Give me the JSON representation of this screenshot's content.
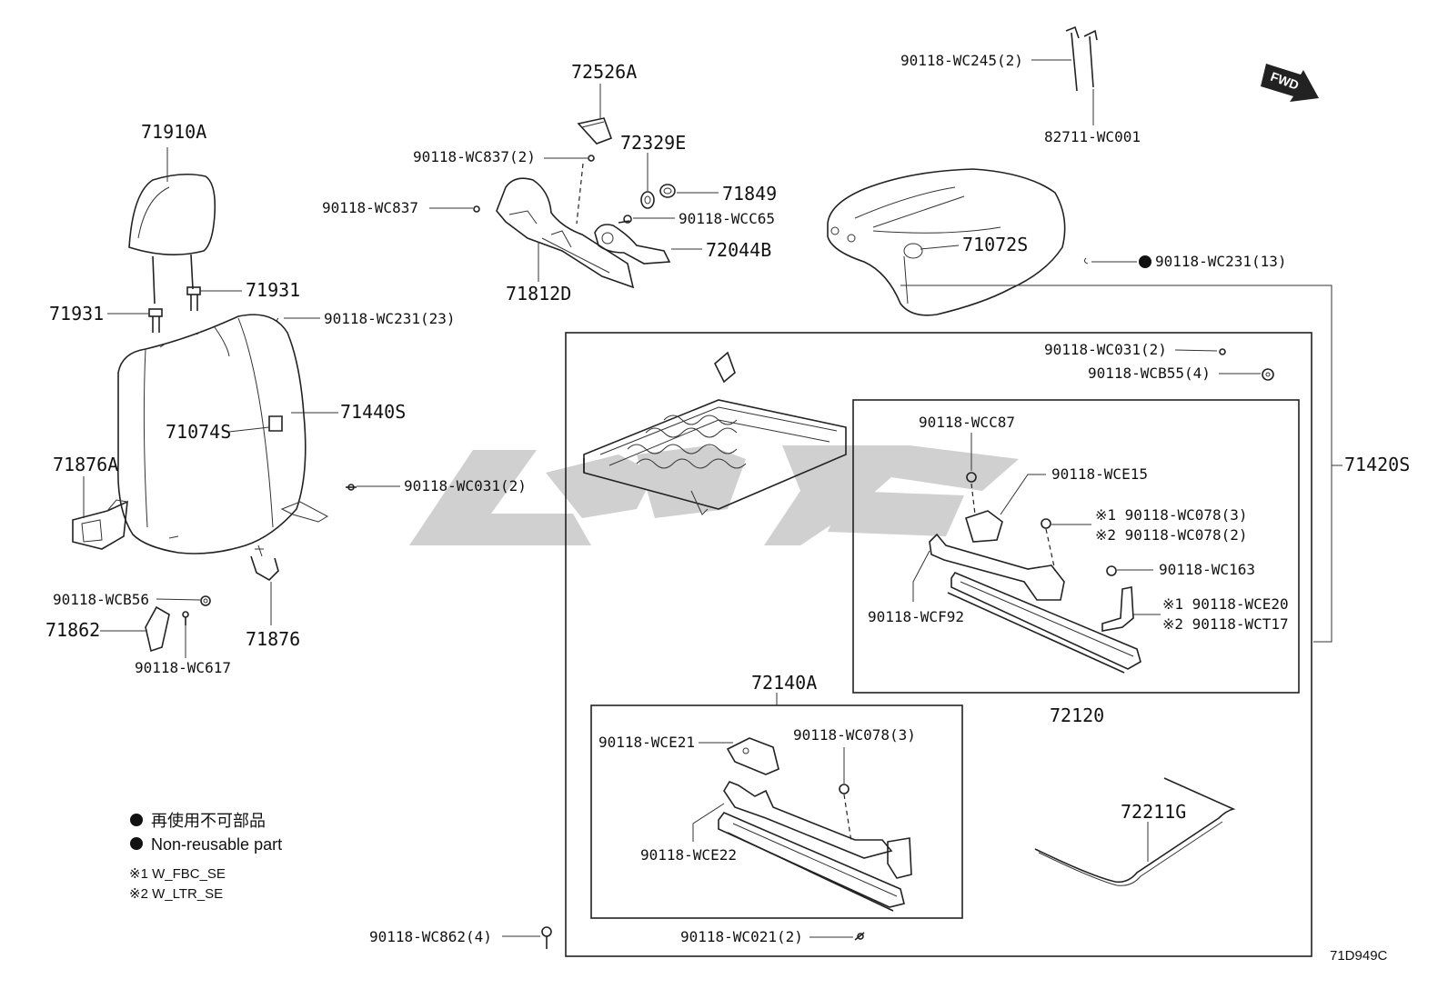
{
  "diagram_id": "71D949C",
  "fwd_label": "FWD",
  "watermark": "",
  "legend": {
    "nonreusable_jp": "再使用不可部品",
    "nonreusable_en": "Non-reusable part",
    "note1": "※1 W_FBC_SE",
    "note2": "※2 W_LTR_SE"
  },
  "labels": {
    "p72526A": "72526A",
    "p71910A": "71910A",
    "p90118WC837_2": "90118-WC837(2)",
    "p72329E": "72329E",
    "p90118WC837": "90118-WC837",
    "p71849": "71849",
    "p90118WCC65": "90118-WCC65",
    "p72044B": "72044B",
    "p71812D": "71812D",
    "p71931a": "71931",
    "p71931b": "71931",
    "p90118WC231_23": "90118-WC231(23)",
    "p71074S": "71074S",
    "p71440S": "71440S",
    "p71876A": "71876A",
    "p90118WC031_2b": "90118-WC031(2)",
    "p90118WCB56": "90118-WCB56",
    "p71862": "71862",
    "p90118WC617": "90118-WC617",
    "p71876": "71876",
    "p90118WC862_4": "90118-WC862(4)",
    "p90118WC245_2": "90118-WC245(2)",
    "p82711WC001": "82711-WC001",
    "p71072S": "71072S",
    "p90118WC231_13": "90118-WC231(13)",
    "p90118WC031_2": "90118-WC031(2)",
    "p90118WCB55_4": "90118-WCB55(4)",
    "p90118WCC87": "90118-WCC87",
    "p90118WCE15": "90118-WCE15",
    "p90118WC078_3a": "※1 90118-WC078(3)",
    "p90118WC078_2": "※2 90118-WC078(2)",
    "p90118WC163": "90118-WC163",
    "p90118WCF92": "90118-WCF92",
    "p90118WCE20": "※1 90118-WCE20",
    "p90118WCT17": "※2 90118-WCT17",
    "p71420S": "71420S",
    "p72120": "72120",
    "p72140A": "72140A",
    "p90118WCE21": "90118-WCE21",
    "p90118WC078_3b": "90118-WC078(3)",
    "p90118WCE22": "90118-WCE22",
    "p72211G": "72211G",
    "p90118WC021_2": "90118-WC021(2)"
  }
}
